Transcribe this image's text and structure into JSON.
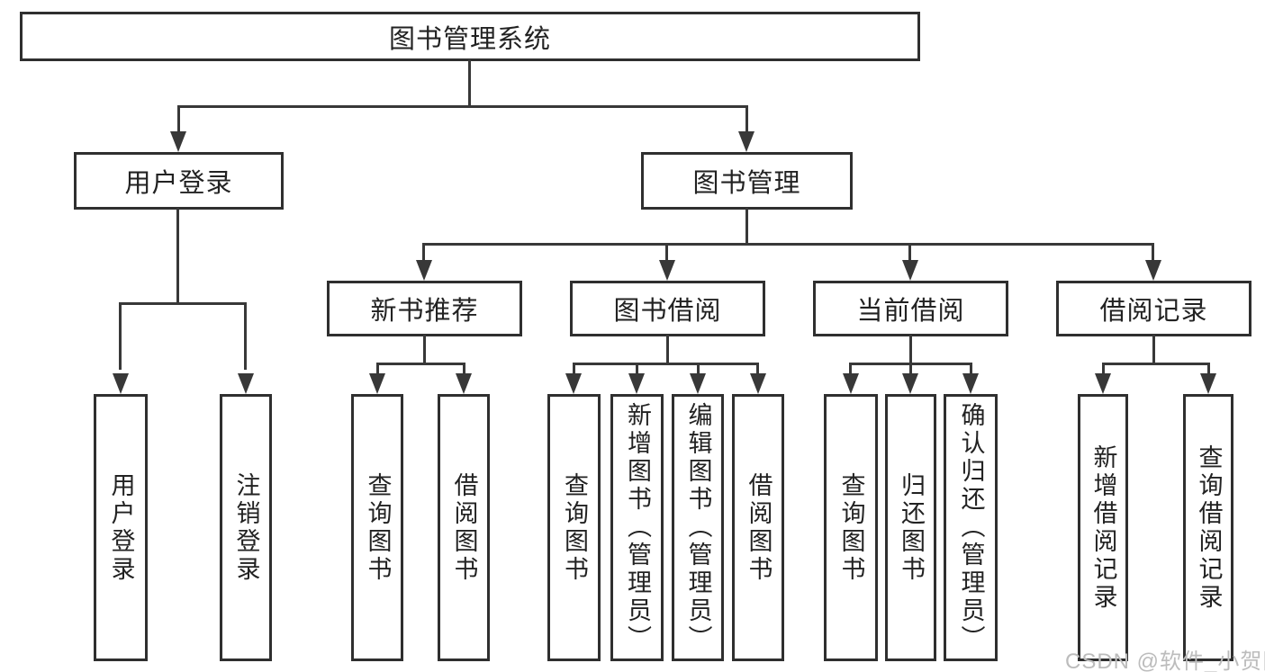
{
  "title": "图书管理系统",
  "level2": [
    "用户登录",
    "图书管理"
  ],
  "level3": [
    "新书推荐",
    "图书借阅",
    "当前借阅",
    "借阅记录"
  ],
  "leaves": {
    "userLogin": [
      "用户登录",
      "注销登录"
    ],
    "newBook": [
      "查询图书",
      "借阅图书"
    ],
    "bookBorrow": [
      "查询图书",
      "新增图书（管理员）",
      "编辑图书（管理员）",
      "借阅图书"
    ],
    "currentBorrow": [
      "查询图书",
      "归还图书",
      "确认归还（管理员）"
    ],
    "borrowRecords": [
      "新增借阅记录",
      "查询借阅记录"
    ]
  },
  "watermark": "CSDN @软件_小贺同学",
  "colors": {
    "line": "#383838",
    "border": "#2f2f2f",
    "text": "#222222",
    "watermark": "#bcbcbc",
    "background": "#ffffff"
  }
}
